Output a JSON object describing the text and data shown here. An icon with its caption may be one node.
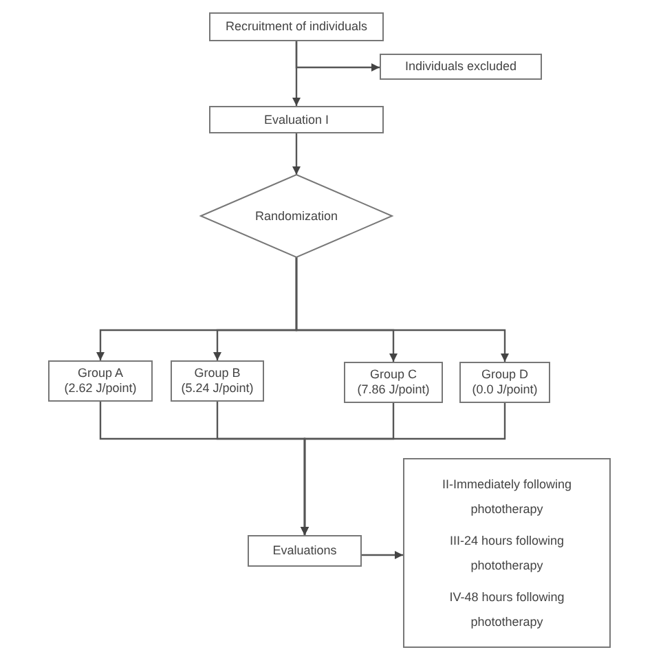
{
  "diagram": {
    "nodes": [
      {
        "text": [
          "Recruitment of individuals"
        ]
      },
      {
        "text": [
          "Individuals excluded"
        ]
      },
      {
        "text": [
          "Evaluation I"
        ]
      },
      {
        "text": [
          "Randomization"
        ]
      },
      {
        "text": [
          "Group A",
          "(2.62 J/point)"
        ]
      },
      {
        "text": [
          "Group B",
          "(5.24 J/point)"
        ]
      },
      {
        "text": [
          "Group C",
          "(7.86 J/point)"
        ]
      },
      {
        "text": [
          "Group D",
          "(0.0 J/point)"
        ]
      },
      {
        "text": [
          "Evaluations"
        ]
      },
      {
        "text": [
          "II-Immediately following phototherapy",
          "III-24 hours following phototherapy",
          "IV-48 hours following phototherapy"
        ]
      }
    ],
    "edges": [
      {
        "from": 0,
        "to": 2,
        "arrow": "to"
      },
      {
        "from": 0,
        "to": 1,
        "arrow": "to"
      },
      {
        "from": 2,
        "to": 3,
        "arrow": "to"
      },
      {
        "from": 3,
        "to": 4,
        "arrow": "to"
      },
      {
        "from": 3,
        "to": 5,
        "arrow": "to"
      },
      {
        "from": 3,
        "to": 6,
        "arrow": "to"
      },
      {
        "from": 3,
        "to": 7,
        "arrow": "to"
      },
      {
        "from": 4,
        "to": 8,
        "arrow": "to"
      },
      {
        "from": 5,
        "to": 8,
        "arrow": "to"
      },
      {
        "from": 6,
        "to": 8,
        "arrow": "to"
      },
      {
        "from": 7,
        "to": 8,
        "arrow": "to"
      },
      {
        "from": 8,
        "to": 9,
        "arrow": "to"
      }
    ]
  }
}
